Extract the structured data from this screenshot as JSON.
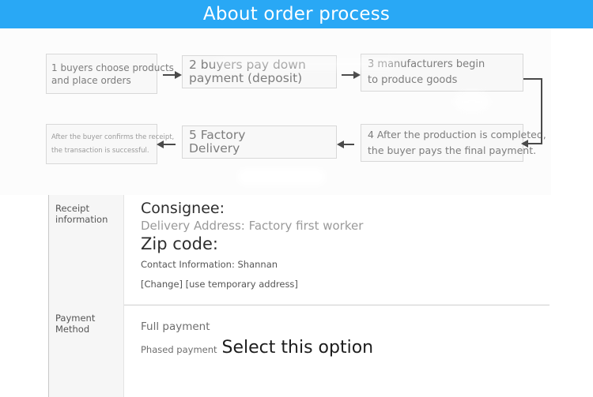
{
  "header": {
    "title": "About order process",
    "background_color": "#29a8f5",
    "text_color": "#ffffff"
  },
  "flowchart": {
    "steps": [
      {
        "id": "step-1",
        "text_lines": [
          "1 buyers choose products",
          "and place orders"
        ]
      },
      {
        "id": "step-2",
        "text_lines": [
          "2 buyers pay down",
          "payment (deposit)"
        ]
      },
      {
        "id": "step-3",
        "text_lines": [
          "3 manufacturers begin",
          "to produce goods"
        ]
      },
      {
        "id": "step-4",
        "text_lines": [
          "4 After the production is completed,",
          "the buyer pays the final payment."
        ]
      },
      {
        "id": "step-5",
        "text_lines": [
          "5 Factory",
          "Delivery"
        ]
      },
      {
        "id": "step-6",
        "text_lines": [
          "After the buyer confirms the receipt,",
          "the transaction is successful."
        ]
      }
    ],
    "connectors": [
      {
        "id": "arrow-1-to-2",
        "direction": "right"
      },
      {
        "id": "arrow-2-to-3",
        "direction": "right"
      },
      {
        "id": "elbow-3-to-4",
        "direction": "down-left"
      },
      {
        "id": "arrow-4-to-5",
        "direction": "left"
      },
      {
        "id": "arrow-5-to-6",
        "direction": "left"
      }
    ]
  },
  "form": {
    "receipt": {
      "label_lines": [
        "Receipt",
        "information"
      ],
      "consignee": "Consignee:",
      "delivery_address": "Delivery Address: Factory first worker",
      "zip_code": "Zip code:",
      "contact_information": "Contact Information: Shannan",
      "actions": "[Change] [use temporary address]"
    },
    "payment": {
      "label_lines": [
        "Payment",
        "Method"
      ],
      "full_payment": "Full payment",
      "phased_payment": "Phased payment",
      "callout": "Select this option"
    }
  }
}
